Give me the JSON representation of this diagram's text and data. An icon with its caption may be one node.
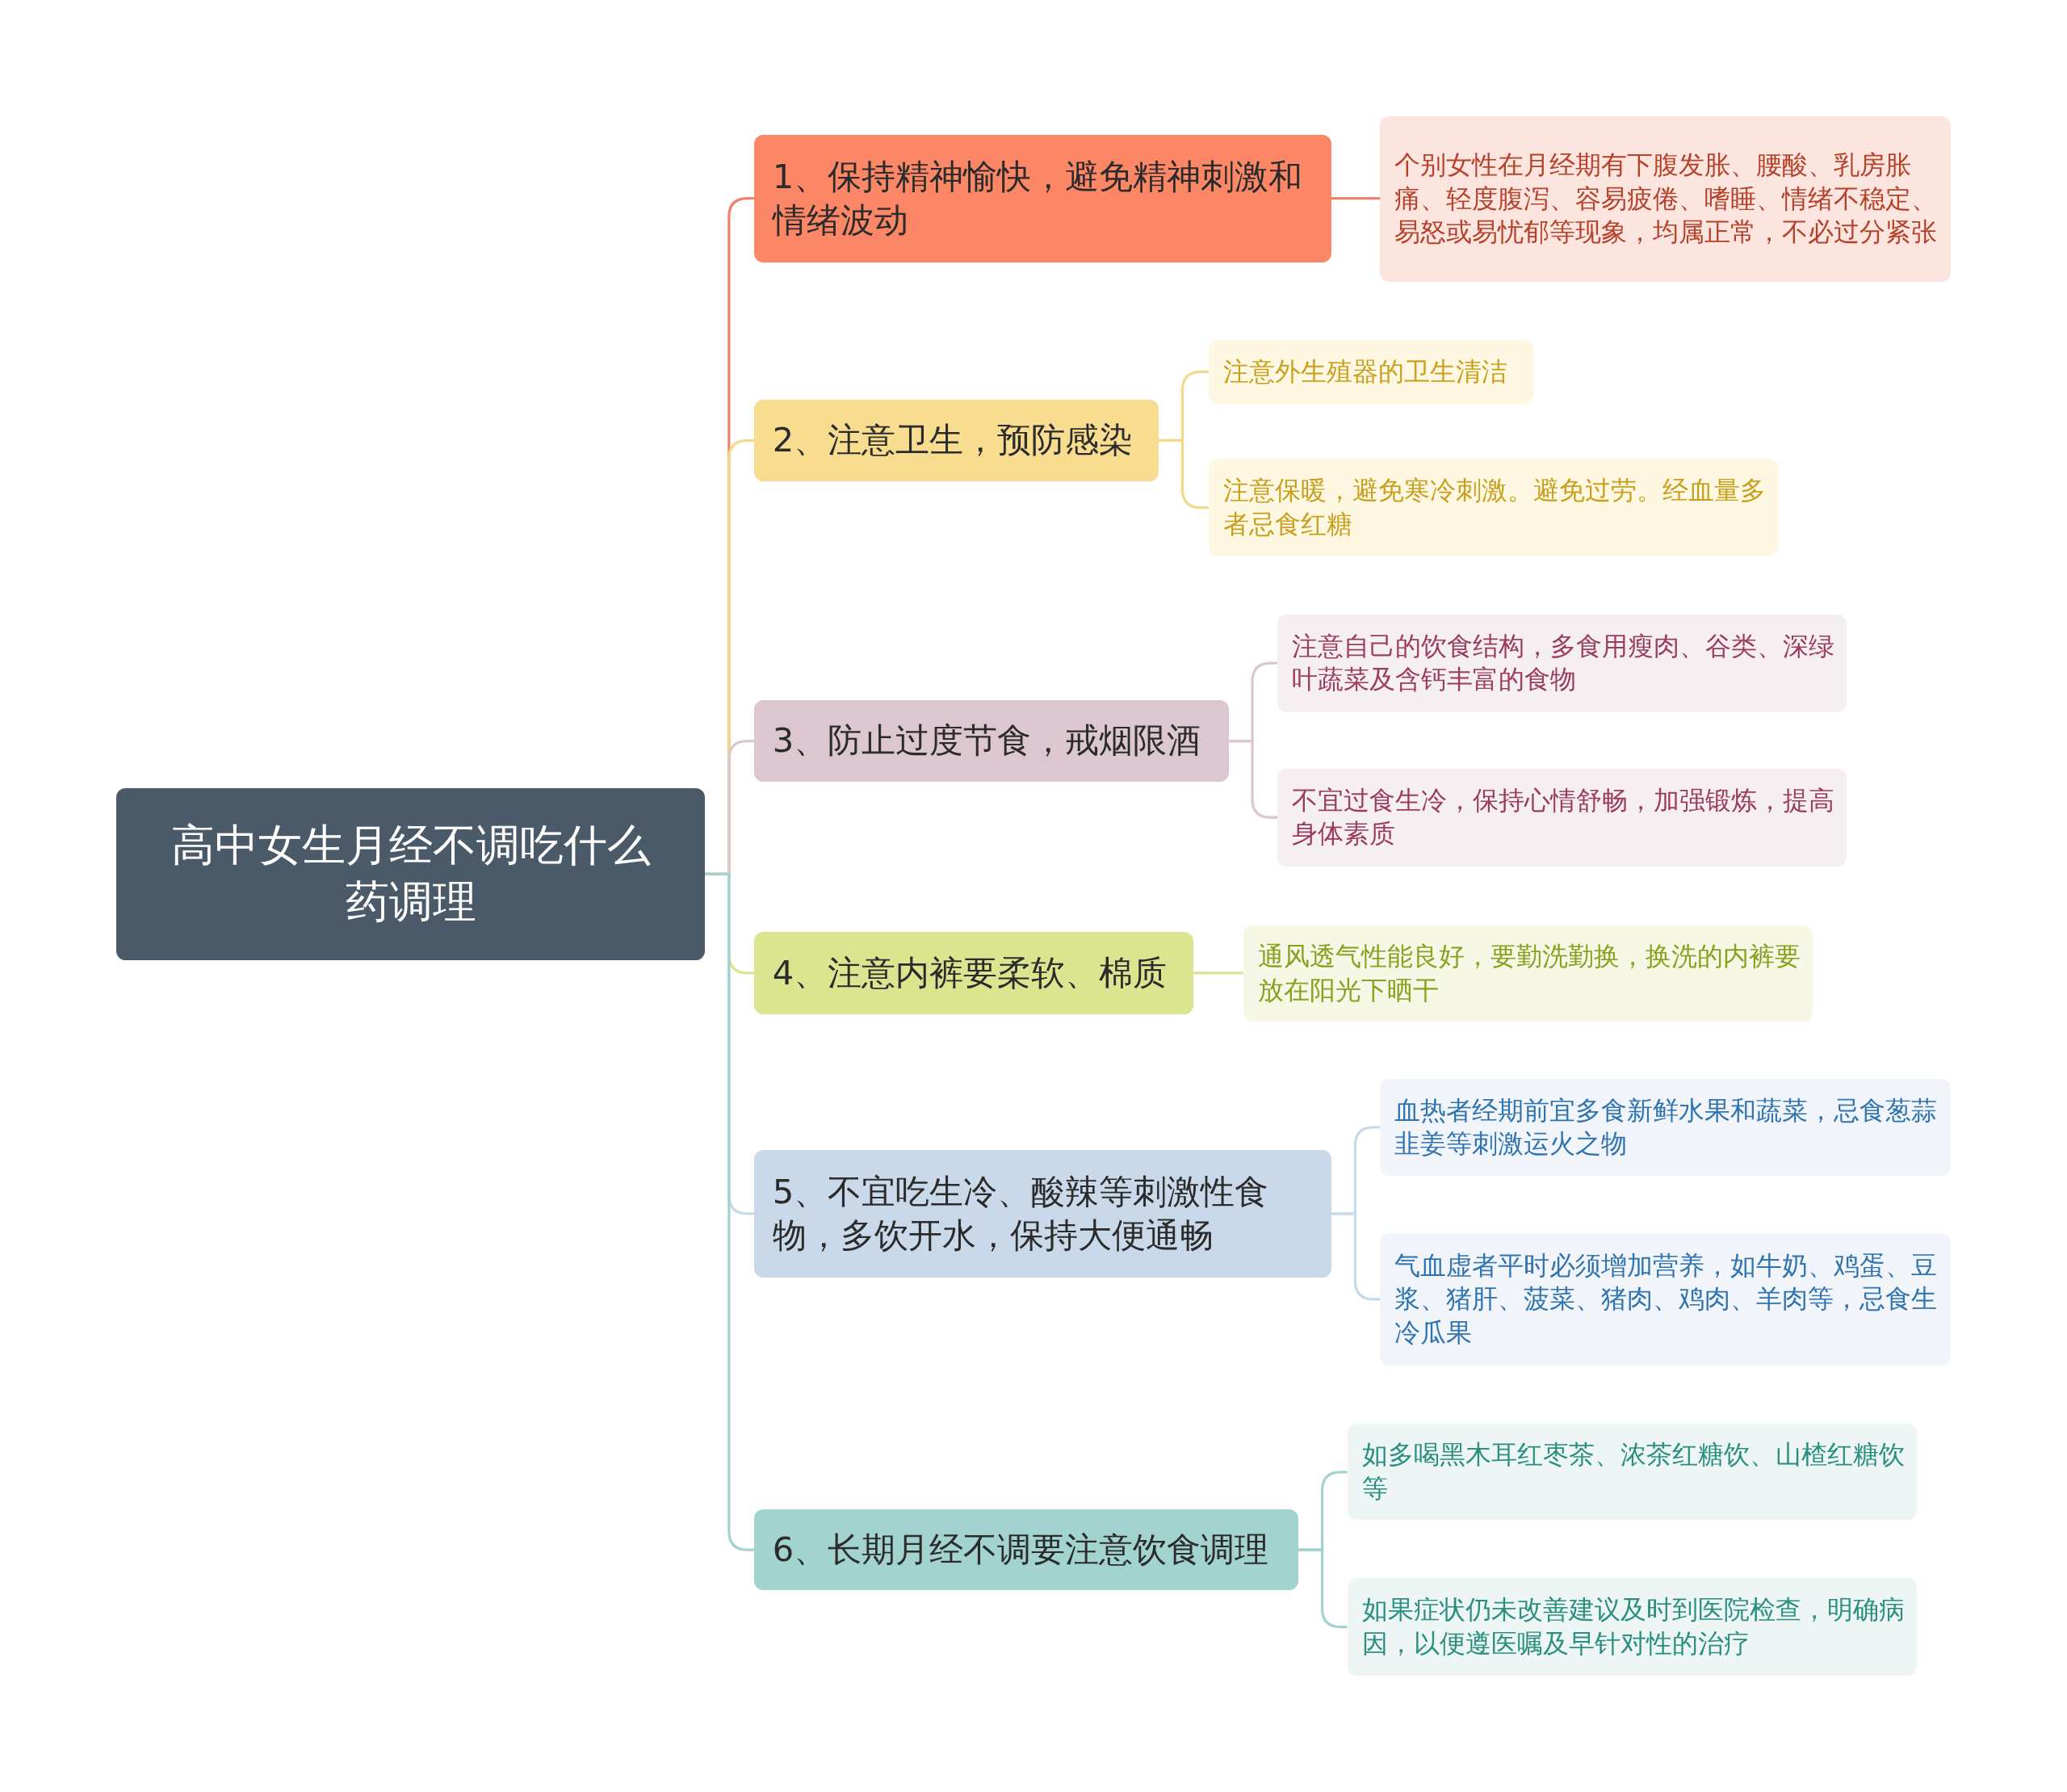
{
  "diagram": {
    "nodes": [
      {
        "text": [
          "高中女生月经不调吃什么药调理"
        ]
      },
      {
        "text": [
          "1、保持精神愉快，避免精神刺激和情绪波动"
        ]
      },
      {
        "text": [
          "个别女性在月经期有下腹发胀、腰酸、乳房胀痛、轻度腹泻、容易疲倦、嗜睡、情绪不稳定、易怒或易忧郁等现象，均属正常，不必过分紧张"
        ]
      },
      {
        "text": [
          "2、注意卫生，预防感染"
        ]
      },
      {
        "text": [
          "注意外生殖器的卫生清洁"
        ]
      },
      {
        "text": [
          "注意保暖，避免寒冷刺激。避免过劳。经血量多者忌食红糖"
        ]
      },
      {
        "text": [
          "3、防止过度节食，戒烟限酒"
        ]
      },
      {
        "text": [
          "注意自己的饮食结构，多食用瘦肉、谷类、深绿叶蔬菜及含钙丰富的食物"
        ]
      },
      {
        "text": [
          "不宜过食生冷，保持心情舒畅，加强锻炼，提高身体素质"
        ]
      },
      {
        "text": [
          "4、注意内裤要柔软、棉质"
        ]
      },
      {
        "text": [
          "通风透气性能良好，要勤洗勤换，换洗的内裤要放在阳光下晒干"
        ]
      },
      {
        "text": [
          "5、不宜吃生冷、酸辣等刺激性食物，多饮开水，保持大便通畅"
        ]
      },
      {
        "text": [
          "血热者经期前宜多食新鲜水果和蔬菜，忌食葱蒜韭姜等刺激运火之物"
        ]
      },
      {
        "text": [
          "气血虚者平时必须增加营养，如牛奶、鸡蛋、豆浆、猪肝、菠菜、猪肉、鸡肉、羊肉等，忌食生冷瓜果"
        ]
      },
      {
        "text": [
          "6、长期月经不调要注意饮食调理"
        ]
      },
      {
        "text": [
          "如多喝黑木耳红枣茶、浓茶红糖饮、山楂红糖饮等"
        ]
      },
      {
        "text": [
          "如果症状仍未改善建议及时到医院检查，明确病因，以便遵医嘱及早针对性的治疗"
        ]
      }
    ],
    "edges": [
      {
        "from": 0,
        "to": 1,
        "arrow": "none",
        "color": "#f0846a"
      },
      {
        "from": 0,
        "to": 3,
        "arrow": "none",
        "color": "#f3d98a"
      },
      {
        "from": 0,
        "to": 6,
        "arrow": "none",
        "color": "#dcc6cf"
      },
      {
        "from": 0,
        "to": 9,
        "arrow": "none",
        "color": "#dbe58f"
      },
      {
        "from": 0,
        "to": 11,
        "arrow": "none",
        "color": "#c9d9e9"
      },
      {
        "from": 0,
        "to": 14,
        "arrow": "none",
        "color": "#a3d3cf"
      },
      {
        "from": 1,
        "to": 2,
        "arrow": "none",
        "color": "#f0846a"
      },
      {
        "from": 3,
        "to": 4,
        "arrow": "none",
        "color": "#f3d98a"
      },
      {
        "from": 3,
        "to": 5,
        "arrow": "none",
        "color": "#f3d98a"
      },
      {
        "from": 6,
        "to": 7,
        "arrow": "none",
        "color": "#dcc6cf"
      },
      {
        "from": 6,
        "to": 8,
        "arrow": "none",
        "color": "#dcc6cf"
      },
      {
        "from": 9,
        "to": 10,
        "arrow": "none",
        "color": "#dbe58f"
      },
      {
        "from": 11,
        "to": 12,
        "arrow": "none",
        "color": "#c9d9e9"
      },
      {
        "from": 11,
        "to": 13,
        "arrow": "none",
        "color": "#c9d9e9"
      },
      {
        "from": 14,
        "to": 15,
        "arrow": "none",
        "color": "#a3d3cf"
      },
      {
        "from": 14,
        "to": 16,
        "arrow": "none",
        "color": "#a3d3cf"
      }
    ]
  }
}
